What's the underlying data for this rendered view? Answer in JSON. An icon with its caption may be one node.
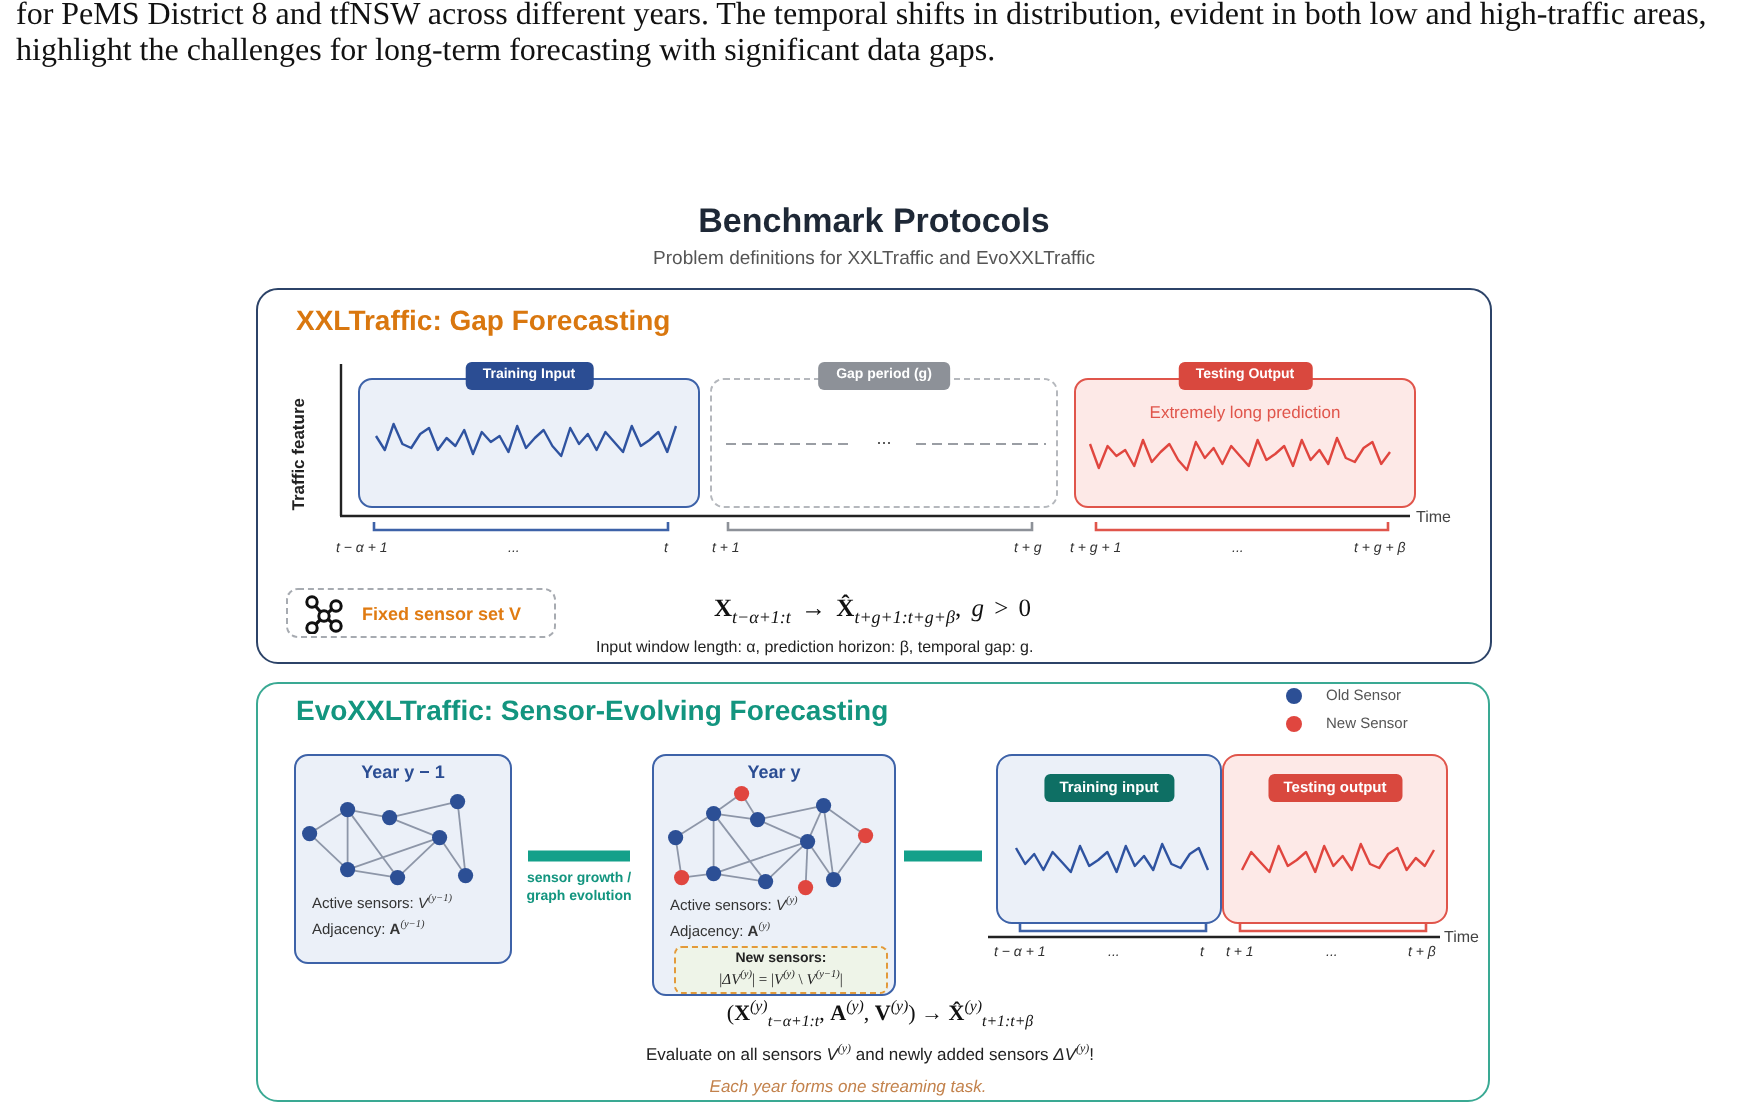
{
  "diagram": {
    "title": "Benchmark Protocols",
    "nodes": [
      {
        "text": [
          "XXLTraffic: Gap Forecasting"
        ]
      },
      {
        "text": [
          "Training Input"
        ],
        "in": 0
      },
      {
        "text": [
          "Gap period (g)",
          "..."
        ],
        "in": 0
      },
      {
        "text": [
          "Testing Output",
          "Extremely long prediction"
        ],
        "in": 0
      },
      {
        "text": [
          "Fixed sensor set V"
        ],
        "in": 0
      },
      {
        "text": [
          "EvoXXLTraffic: Sensor-Evolving Forecasting"
        ]
      },
      {
        "text": [
          "Year y − 1",
          "Active sensors: *V*$^{(y−1)}$",
          "Adjacency: **A**$^{(y−1)}$"
        ],
        "in": 5
      },
      {
        "text": [
          "Year y",
          "Active sensors: *V*$^{(y)}$",
          "Adjacency: **A**$^{(y)}$"
        ],
        "in": 5
      },
      {
        "text": [
          "New sensors:",
          "|*ΔV*$^{(y)}$| = |*V*$^{(y)}$ \\ *V*$^{(y−1)}$|"
        ],
        "in": 7
      },
      {
        "text": [
          "Training input"
        ],
        "in": 5
      },
      {
        "text": [
          "Testing output"
        ],
        "in": 5
      }
    ],
    "edges": [
      {
        "from": 6,
        "to": 7,
        "arrow": "none",
        "label": "sensor growth / graph evolution"
      },
      {
        "from": 7,
        "to": 9,
        "arrow": "none"
      }
    ],
    "labels": [
      "for PeMS District 8 and tfNSW across different years. The temporal shifts in distribution, evident in both low and high-traffic areas, highlight the challenges for long-term forecasting with significant data gaps.",
      "Problem definitions for XXLTraffic and EvoXXLTraffic",
      "Traffic feature",
      "Time",
      "t − α + 1",
      "...",
      "t",
      "t + 1",
      "t + g",
      "t + g + 1",
      "...",
      "t + g + β",
      "**X**$_{t−α+1:t}$ → **X̂**$_{t+g+1:t+g+β}$, *g* > 0",
      "Input window length: α, prediction horizon: β, temporal gap: g.",
      "Time",
      "t − α + 1",
      "...",
      "t",
      "t + 1",
      "...",
      "t + β",
      "(**X**$^{(y)}$$_{t−α+1:t}$, **A**$^{(y)}$, **V**$^{(y)}$) → **X̂**$^{(y)}$$_{t+1:t+β}$",
      "Evaluate on all sensors *V*$^{(y)}$ and newly added sensors *ΔV*$^{(y)}$!",
      "Each year forms one streaming task."
    ],
    "legend": [
      {
        "text": "Old Sensor",
        "color": "#2c4f95"
      },
      {
        "text": "New Sensor",
        "color": "#e0463f"
      }
    ]
  }
}
